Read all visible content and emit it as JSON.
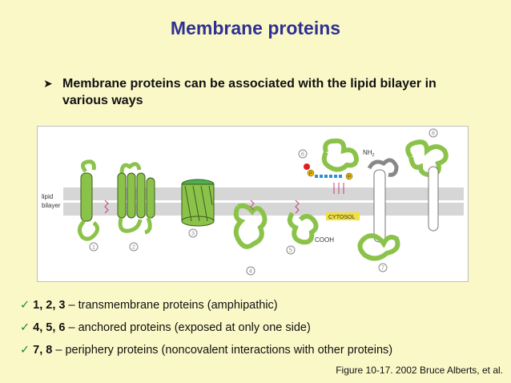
{
  "title": "Membrane proteins",
  "subtitle": "Membrane proteins can be associated with the lipid bilayer in various ways",
  "figure": {
    "lipid_label_1": "lipid",
    "lipid_label_2": "bilayer",
    "cytosol_label": "CYTOSOL",
    "nh2_label": "NH",
    "nh2_sub": "2",
    "cooh_label": "COOH",
    "phosphate_label": "P",
    "protein_numbers": [
      "1",
      "2",
      "3",
      "4",
      "5",
      "6",
      "7",
      "8"
    ],
    "colors": {
      "protein_green": "#8bc34a",
      "protein_outline": "#3e5c1e",
      "bilayer_gray": "#d6d6d6",
      "white_protein": "#ffffff",
      "cytosol_box": "#f0e040",
      "phosphate": "#f0c000",
      "lipid_chain": "#c0407a",
      "fatty_chain": "#2b8fd6",
      "anchor_red": "#e01f1f"
    }
  },
  "bullets": [
    {
      "nums": "1, 2, 3",
      "text": "– transmembrane proteins (amphipathic)"
    },
    {
      "nums": "4, 5, 6",
      "text": "– anchored proteins (exposed at only one side)"
    },
    {
      "nums": "7, 8",
      "text": "– periphery proteins (noncovalent interactions with other proteins)"
    }
  ],
  "citation": "Figure 10-17. 2002 Bruce Alberts, et al.",
  "icons": {
    "subtitle_bullet": "arrow-bullet-icon",
    "list_bullet": "checkmark-icon"
  }
}
